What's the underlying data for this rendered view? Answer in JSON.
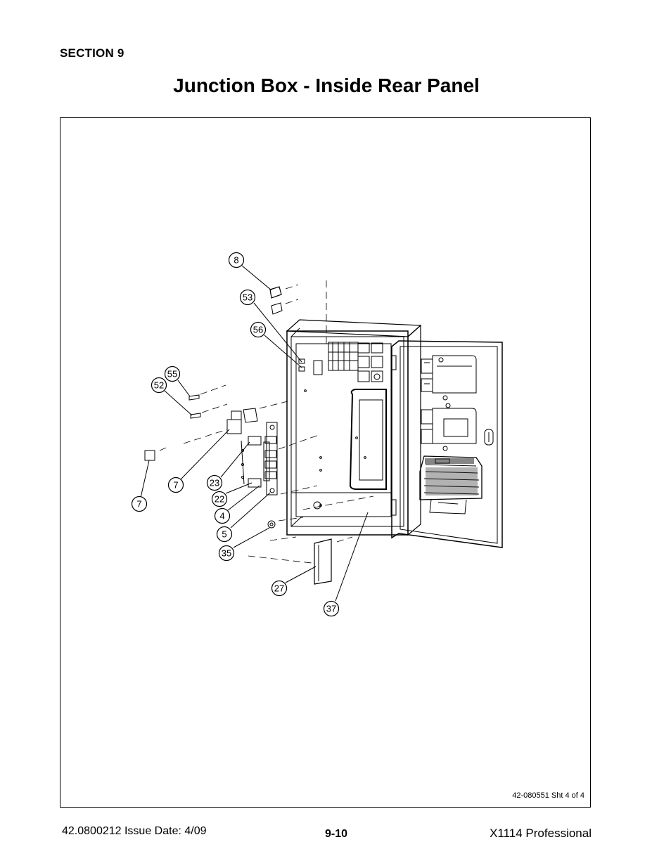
{
  "header": {
    "section": "SECTION 9",
    "title": "Junction Box - Inside Rear Panel"
  },
  "figure": {
    "drawing_ref": "42-080551 Sht 4 of 4",
    "callouts": [
      "8",
      "53",
      "56",
      "55",
      "52",
      "7",
      "7",
      "23",
      "22",
      "4",
      "5",
      "35",
      "27",
      "37"
    ]
  },
  "footer": {
    "doc_info": "42.0800212  Issue Date: 4/09",
    "page_number": "9-10",
    "product": "X1114 Professional"
  }
}
